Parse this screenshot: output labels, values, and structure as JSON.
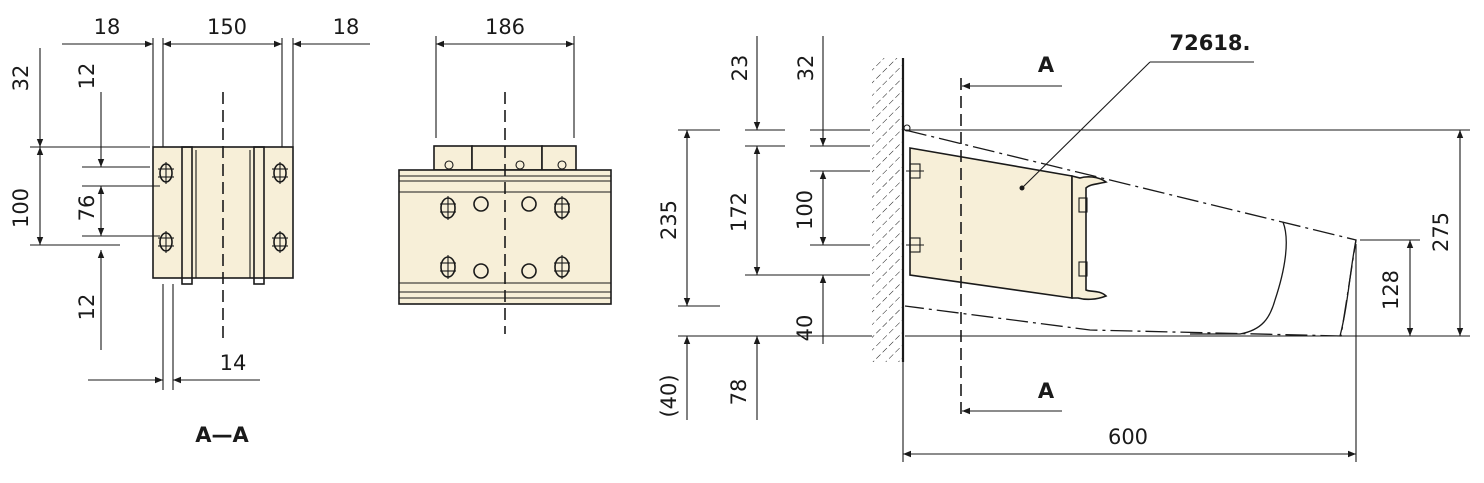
{
  "section_label": "A—A",
  "part_number": "72618.",
  "section_marker": "A",
  "colors": {
    "line": "#1a1a1a",
    "part_fill": "#f7efd8",
    "background": "#ffffff"
  },
  "section_view": {
    "dims": {
      "left_flange": "18",
      "width": "150",
      "right_flange": "18",
      "overall": "32",
      "top_gap": "12",
      "height": "100",
      "hole_pitch": "76",
      "bottom_gap": "12",
      "plate": "14"
    }
  },
  "front_view": {
    "dims": {
      "width": "186"
    }
  },
  "side_view": {
    "dims": {
      "top_a": "23",
      "top_b": "32",
      "span": "235",
      "body": "172",
      "holes": "100",
      "bottom_40": "40",
      "bottom_paren": "(40)",
      "bottom_78": "78",
      "tip": "128",
      "total": "275",
      "length": "600"
    }
  }
}
